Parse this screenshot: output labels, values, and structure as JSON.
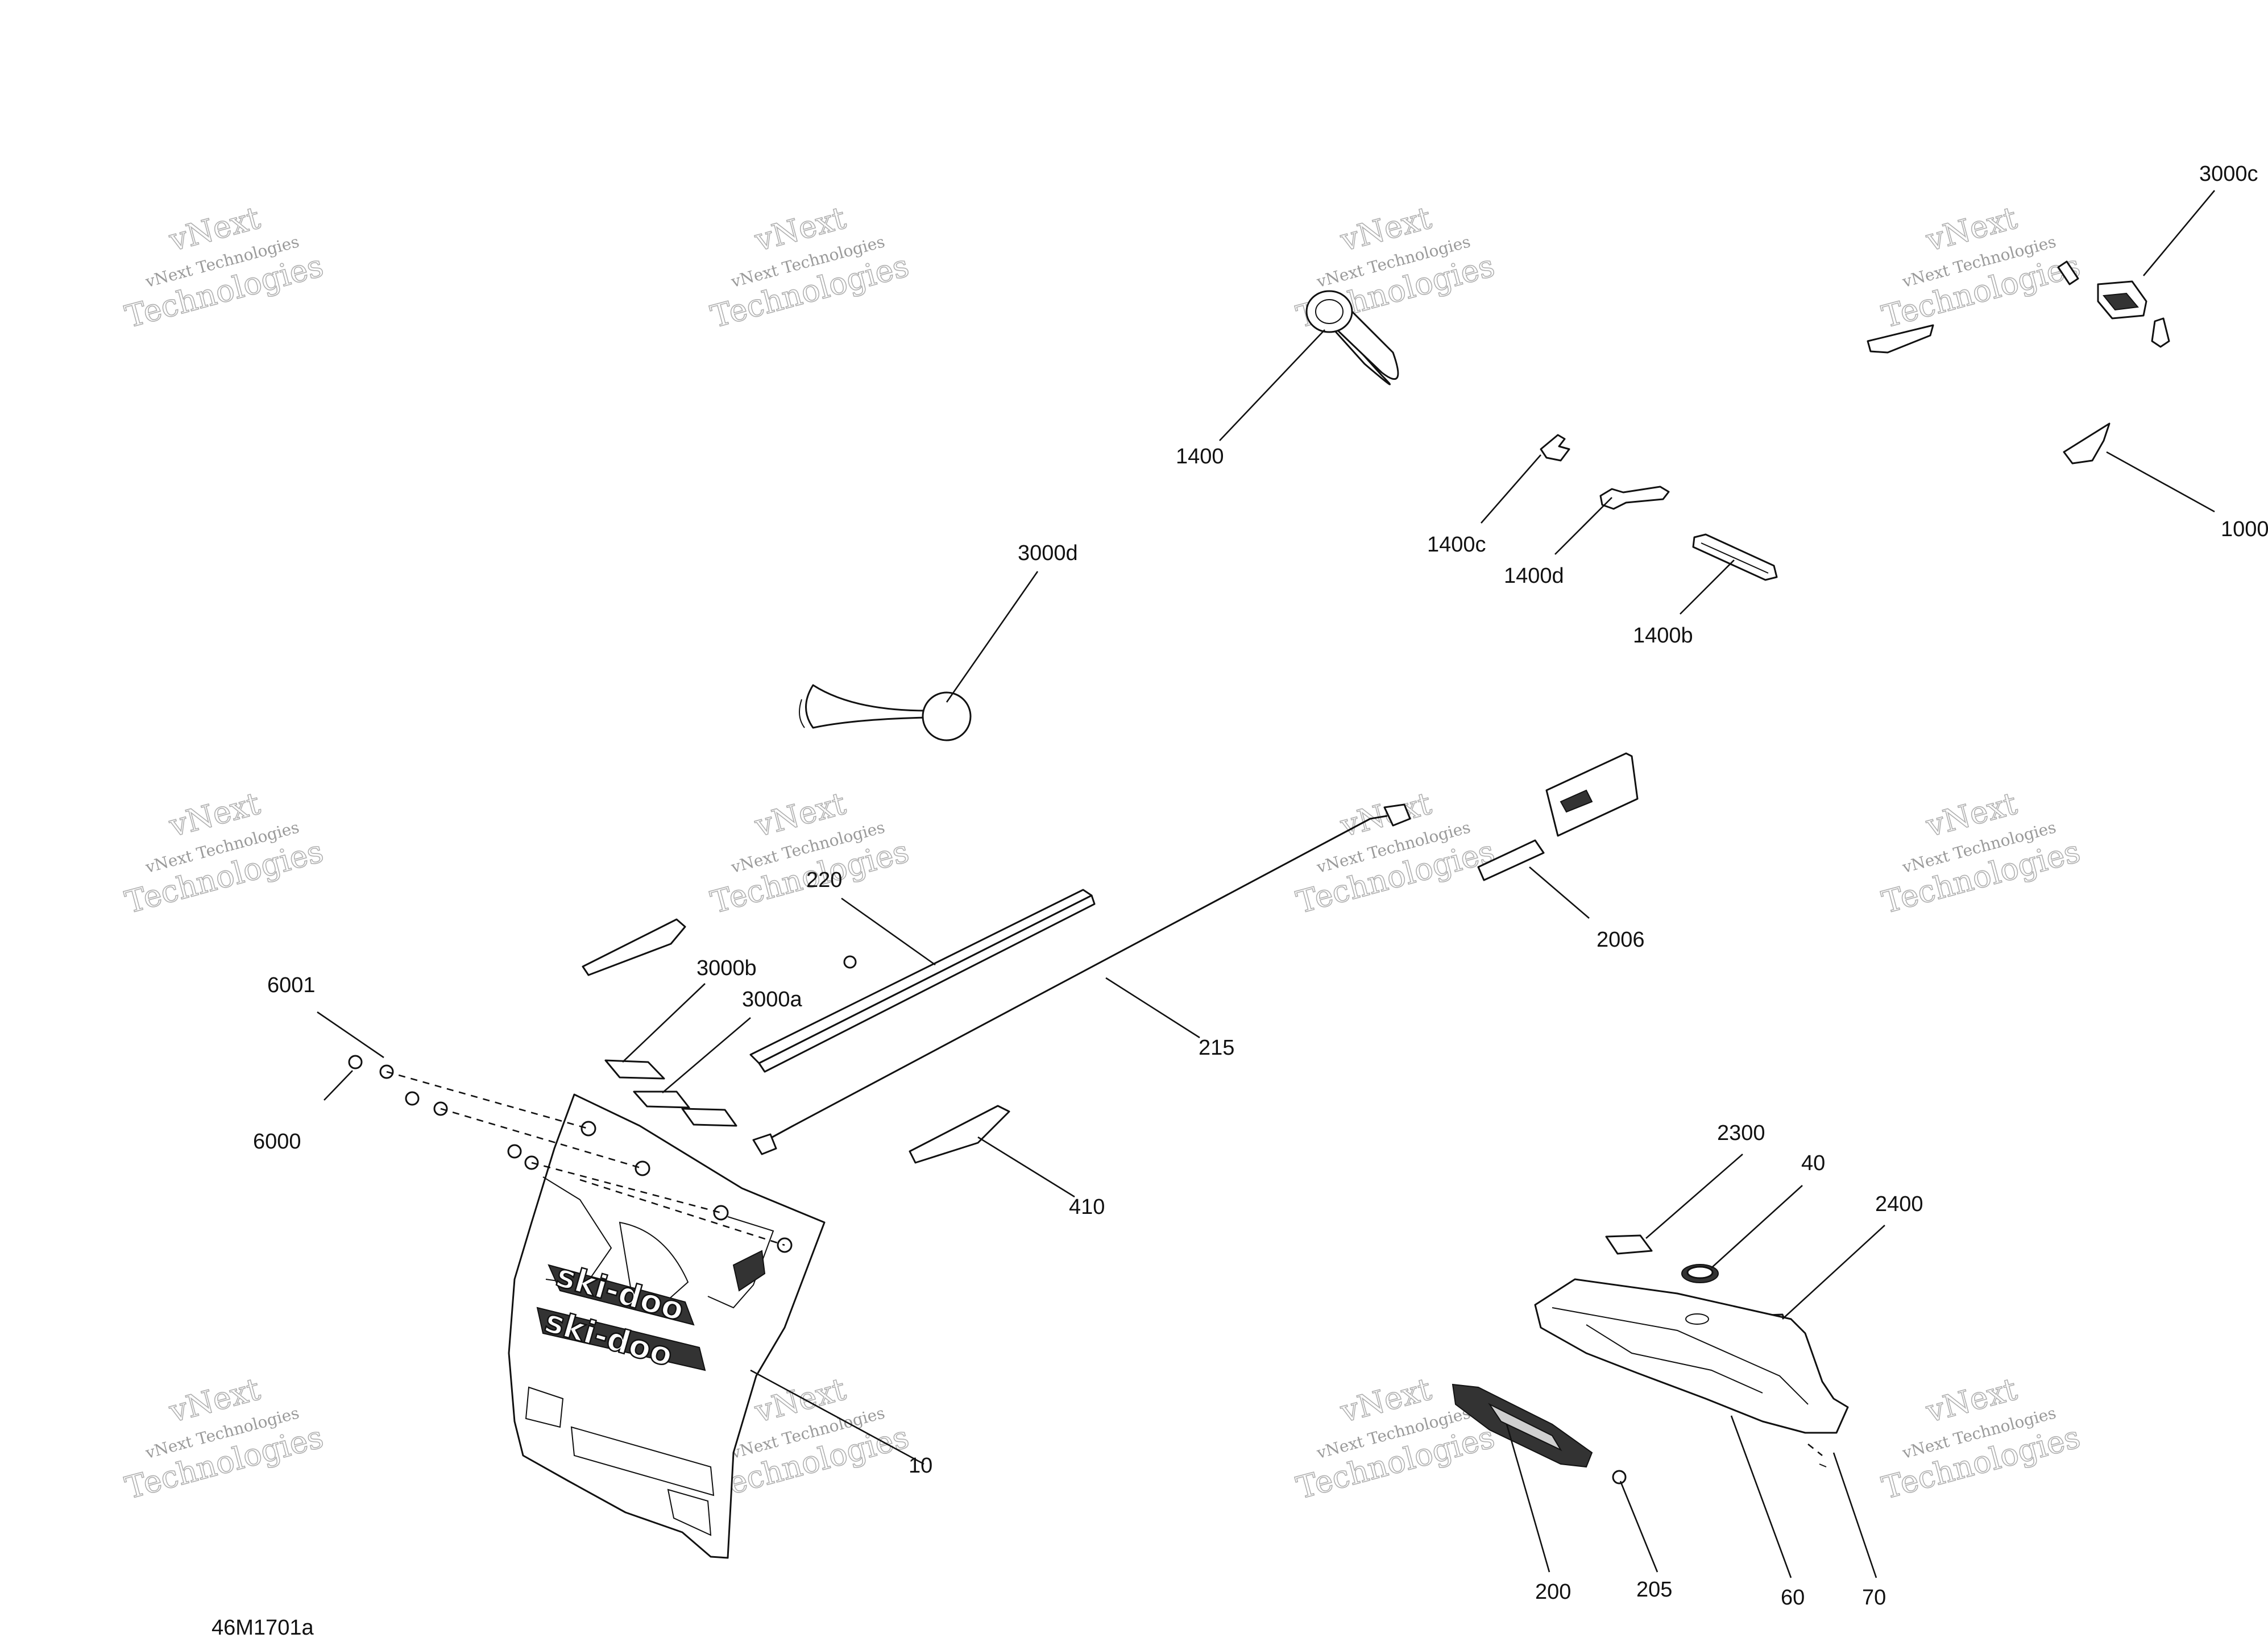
{
  "diagram": {
    "ref_code": "46M1701a",
    "watermark": {
      "line1": "vNext Technologies",
      "line2": "vNext",
      "line3": "Technologies"
    },
    "callouts": {
      "c3000c": "3000c",
      "c1400": "1400",
      "c1400c": "1400c",
      "c1400d": "1400d",
      "c1400b": "1400b",
      "c1000": "1000",
      "c3000d": "3000d",
      "c220": "220",
      "c3000b": "3000b",
      "c3000a": "3000a",
      "c6001": "6001",
      "c6000": "6000",
      "c2006": "2006",
      "c215": "215",
      "c410": "410",
      "c2300": "2300",
      "c40": "40",
      "c2400": "2400",
      "c10": "10",
      "c200": "200",
      "c205": "205",
      "c60": "60",
      "c70": "70"
    }
  }
}
